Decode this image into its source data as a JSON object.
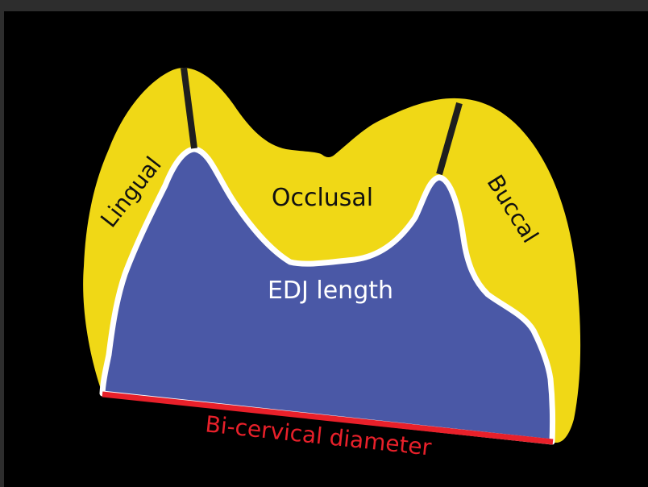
{
  "labels": {
    "lingual": "Lingual",
    "occlusal": "Occlusal",
    "buccal": "Buccal",
    "edj": "EDJ length",
    "bicervical": "Bi-cervical diameter"
  },
  "colors": {
    "background": "#000000",
    "enamel": "#f0d816",
    "dentine": "#4a58a6",
    "edj_line": "#ffffff",
    "cervical_line": "#e8202a",
    "cusp_line": "#1e1e1e",
    "frame": "#2d2d2d"
  }
}
